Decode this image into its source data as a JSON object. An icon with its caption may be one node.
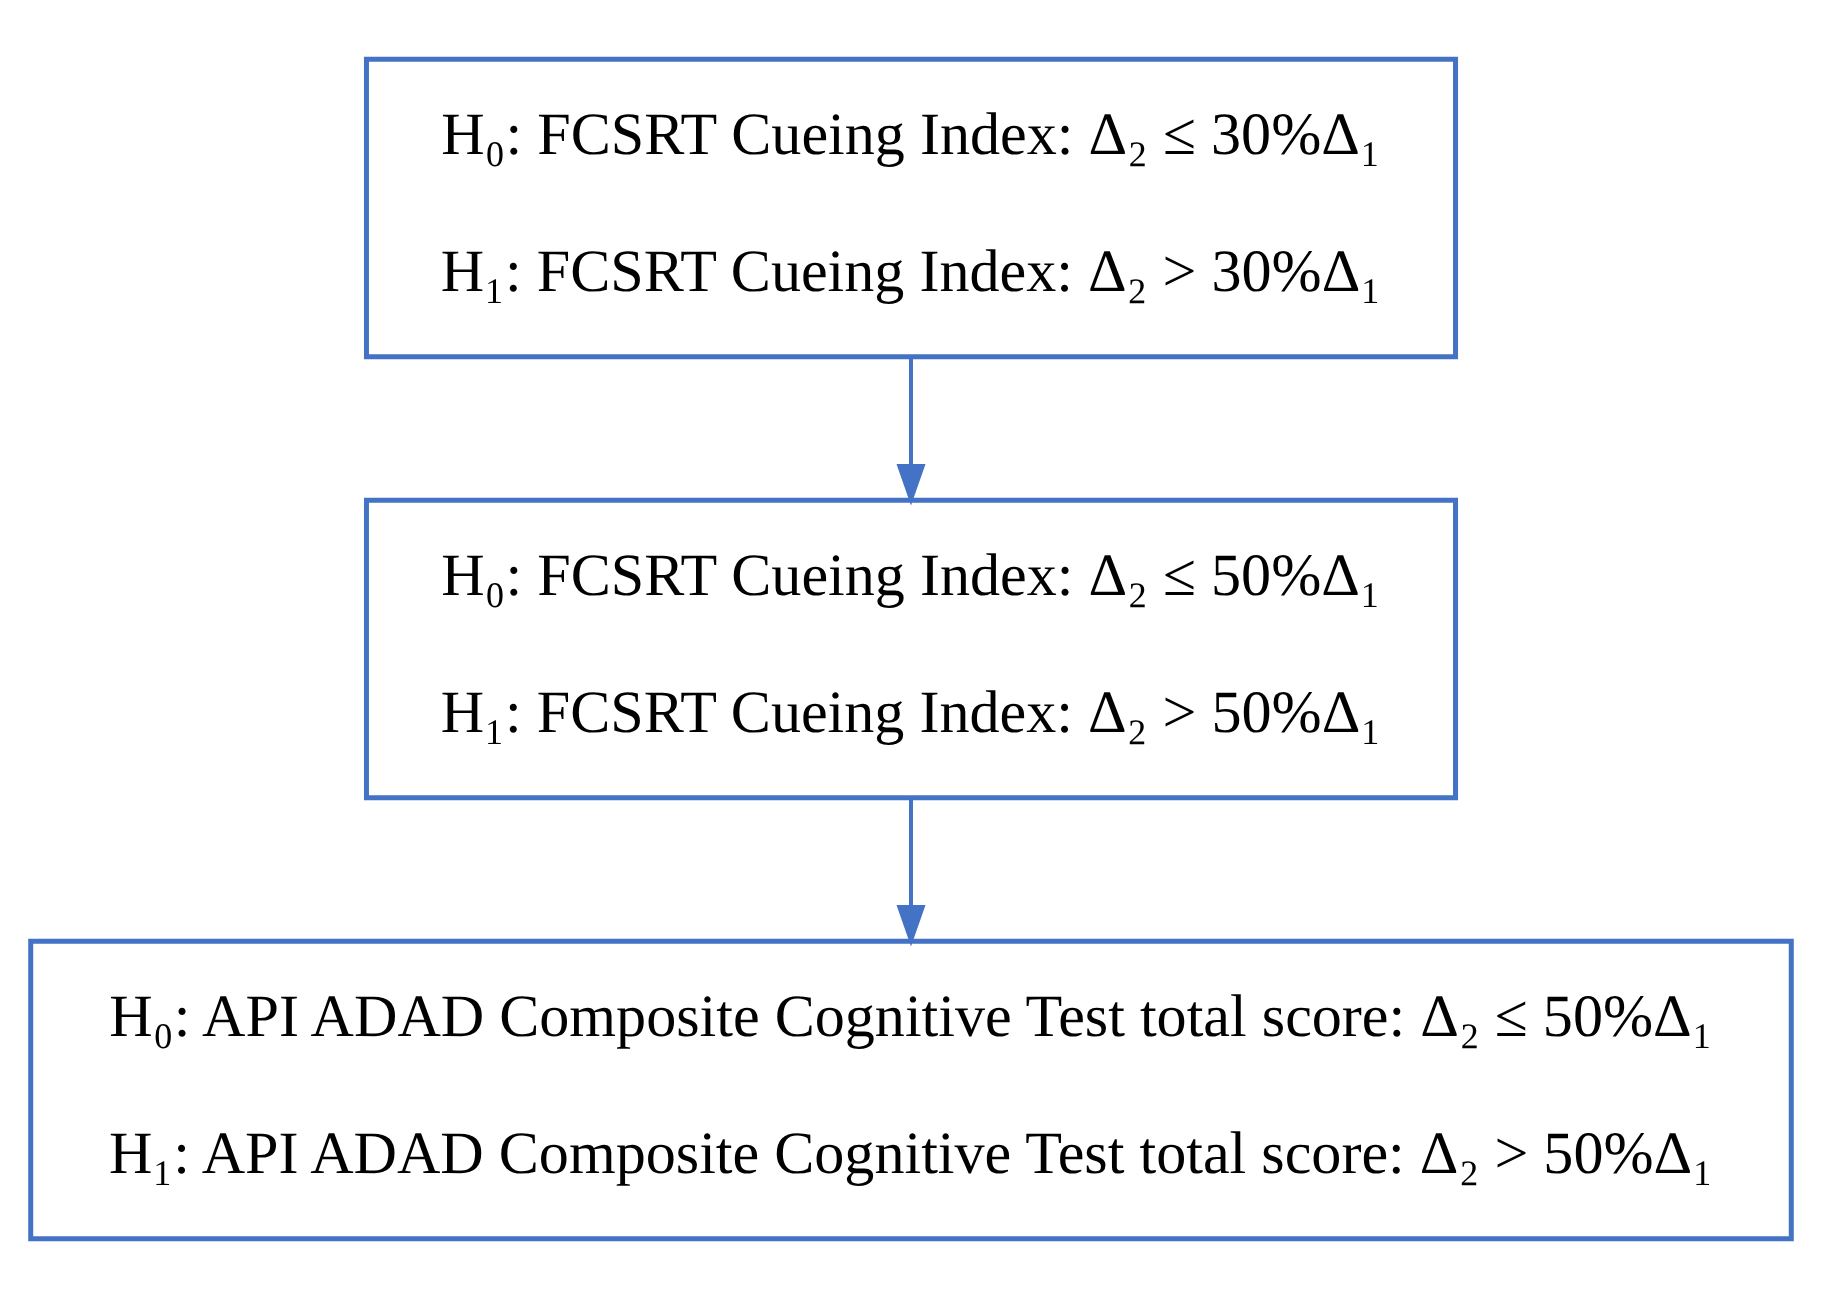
{
  "diagram": {
    "nodes": [
      {
        "text": [
          "H₀: FCSRT Cueing Index: Δ₂ ≤ 30%Δ₁",
          "H₁: FCSRT Cueing Index: Δ₂ > 30%Δ₁"
        ]
      },
      {
        "text": [
          "H₀: FCSRT Cueing Index: Δ₂ ≤ 50%Δ₁",
          "H₁: FCSRT Cueing Index: Δ₂ > 50%Δ₁"
        ]
      },
      {
        "text": [
          "H₀: API ADAD Composite Cognitive Test total score: Δ₂ ≤ 50%Δ₁",
          "H₁: API ADAD Composite Cognitive Test total score: Δ₂ > 50%Δ₁"
        ]
      }
    ],
    "edges": [
      {
        "from": 0,
        "to": 1,
        "arrow": "to"
      },
      {
        "from": 1,
        "to": 2,
        "arrow": "to"
      }
    ]
  }
}
